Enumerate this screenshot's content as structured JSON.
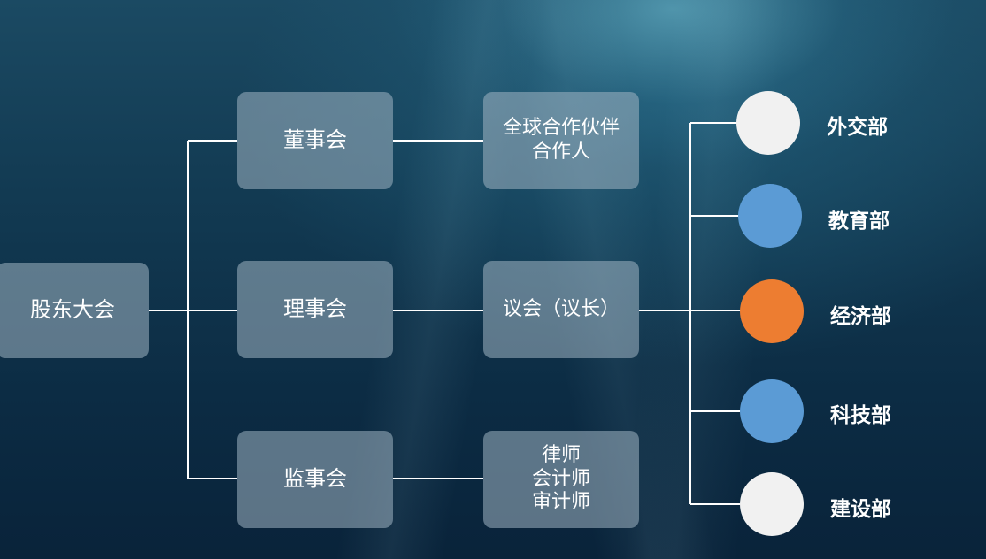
{
  "nodes": {
    "shareholders": "股东大会",
    "board_of_directors": "董事会",
    "council": "理事会",
    "supervisory_board": "监事会",
    "global_partners": "全球合作伙伴\n合作人",
    "parliament": "议会（议长）",
    "advisors": "律师\n会计师\n审计师"
  },
  "departments": [
    {
      "label": "外交部",
      "color": "#f1f1f1"
    },
    {
      "label": "教育部",
      "color": "#5b9bd5"
    },
    {
      "label": "经济部",
      "color": "#ed7d31"
    },
    {
      "label": "科技部",
      "color": "#5b9bd5"
    },
    {
      "label": "建设部",
      "color": "#f1f1f1"
    }
  ],
  "line_color": "#ffffff"
}
